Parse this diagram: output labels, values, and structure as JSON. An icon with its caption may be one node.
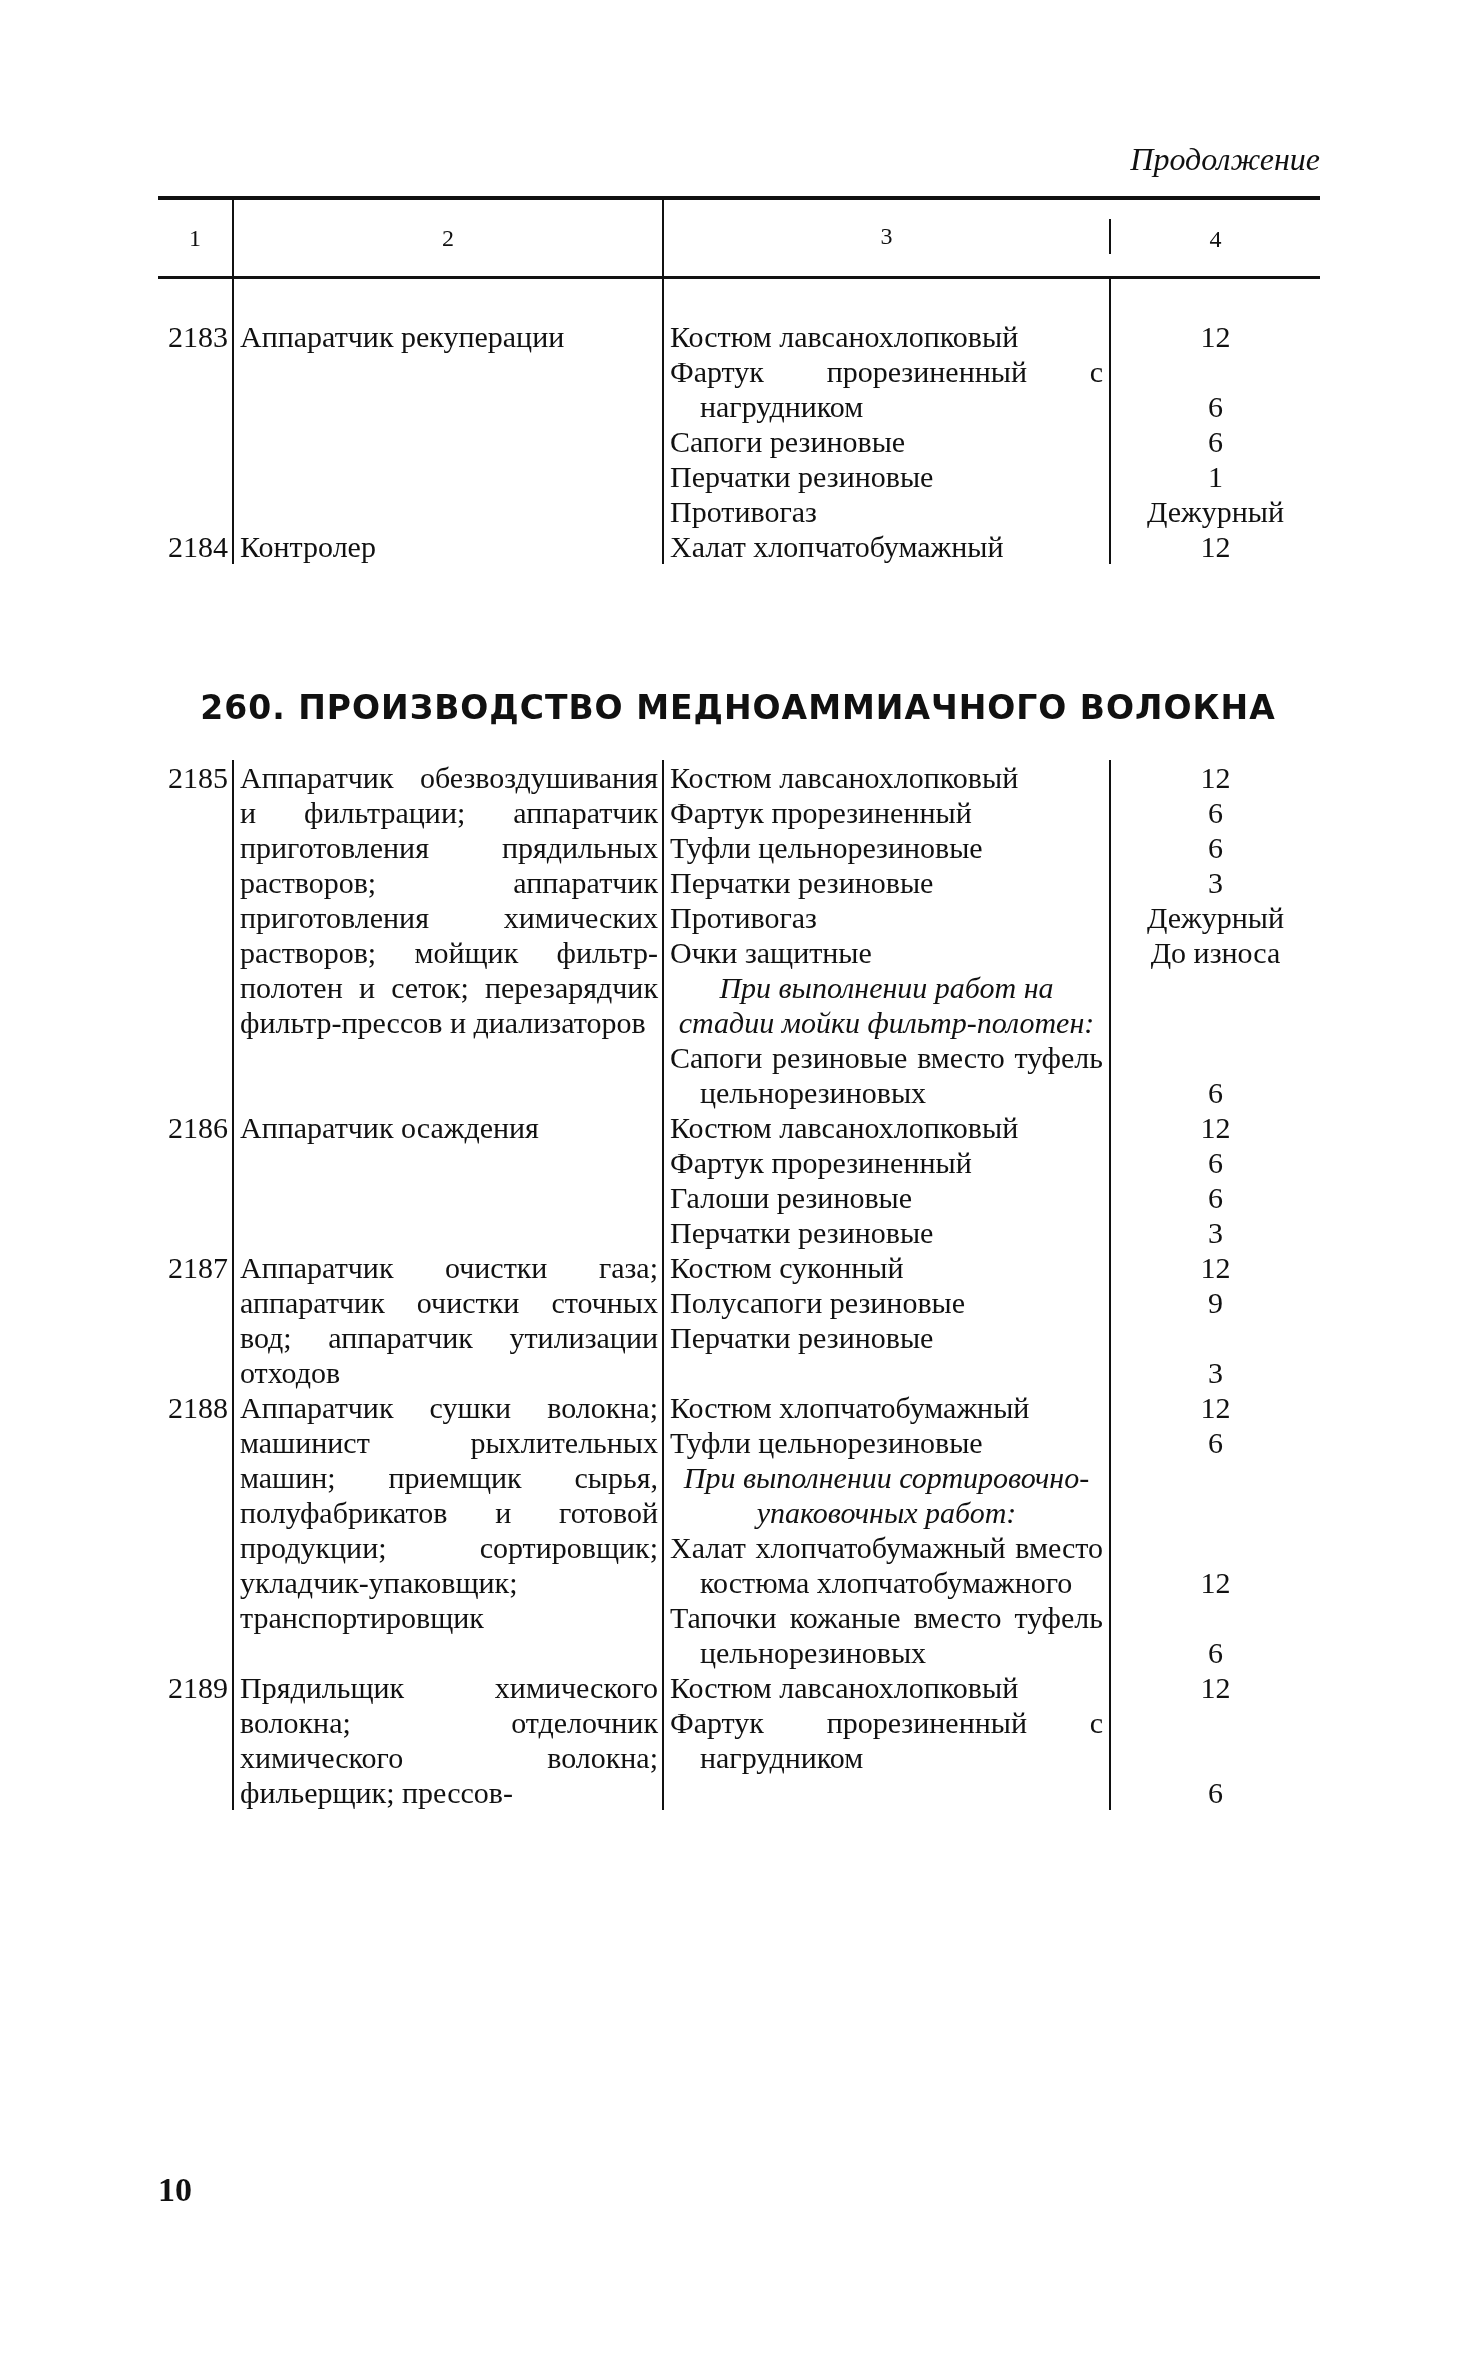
{
  "diagram": {
    "labels": [
      "Продолжение",
      "1",
      "2",
      "3",
      "4",
      "2183",
      "Аппаратчик рекуперации",
      "Костюм лавсанохлопковый",
      "12",
      "Фартук прорезиненный с нагрудником",
      "6",
      "Сапоги резиновые",
      "6",
      "Перчатки резиновые",
      "1",
      "Противогаз",
      "Дежурный",
      "2184",
      "Контролер",
      "Халат хлопчатобумажный",
      "12",
      "260. ПРОИЗВОДСТВО МЕДНОАММИАЧНОГО ВОЛОКНА",
      "2185",
      "Аппаратчик обезвоздушивания и фильтрации; аппаратчик приготовления прядильных растворов; аппаратчик приготовления химических растворов; мойщик фильтр-полотен и сеток; перезарядчик фильтр-прессов и диализаторов",
      "Костюм лавсанохлопковый",
      "12",
      "Фартук прорезиненный",
      "6",
      "Туфли цельнорезиновые",
      "6",
      "Перчатки резиновые",
      "3",
      "Противогаз",
      "Дежурный",
      "Очки защитные",
      "До износа",
      "При выполнении работ на стадии мойки фильтр-полотен:",
      "Сапоги резиновые вместо туфель цельнорезиновых",
      "6",
      "2186",
      "Аппаратчик осаждения",
      "Костюм лавсанохлопковый",
      "12",
      "Фартук прорезиненный",
      "6",
      "Галоши резиновые",
      "6",
      "Перчатки резиновые",
      "3",
      "2187",
      "Аппаратчик очистки газа; аппаратчик очистки сточных вод; аппаратчик утилизации отходов",
      "Костюм суконный",
      "12",
      "Полусапоги резиновые",
      "9",
      "Перчатки резиновые",
      "3",
      "2188",
      "Аппаратчик сушки волокна; машинист рыхлительных машин; приемщик сырья, полуфабрикатов и готовой продукции; сортировщик; укладчик-упаковщик; транспортировщик",
      "Костюм хлопчатобумажный",
      "12",
      "Туфли цельнорезиновые",
      "6",
      "При выполнении сортировочно-упаковочных работ:",
      "Халат хлопчатобумажный вместо костюма хлопчатобумажного",
      "12",
      "Тапочки кожаные вместо туфель цельнорезиновых",
      "6",
      "2189",
      "Прядильщик химического волокна; отделочник химического волокна; фильерщик; прессов-",
      "Костюм лавсанохлопковый",
      "12",
      "Фартук прорезиненный с нагрудником",
      "6",
      "10"
    ]
  }
}
